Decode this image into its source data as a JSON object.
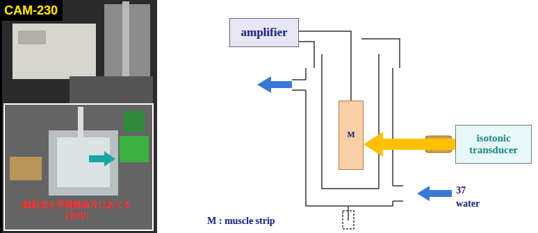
{
  "diagram": {
    "nodes": [
      {
        "text": [
          "amplifier"
        ]
      },
      {
        "text": [
          "M"
        ]
      },
      {
        "text": [
          "isotonic transducer"
        ]
      }
    ],
    "edges": [
      {
        "from": 0,
        "to": 1,
        "arrow": "none"
      },
      {
        "from": 2,
        "to": 1,
        "arrow": "to"
      }
    ],
    "labels": [
      "CAM-230",
      "励起光を平滑筋条片にあてる（矢印）",
      "M : muscle strip",
      "37",
      "water"
    ]
  }
}
